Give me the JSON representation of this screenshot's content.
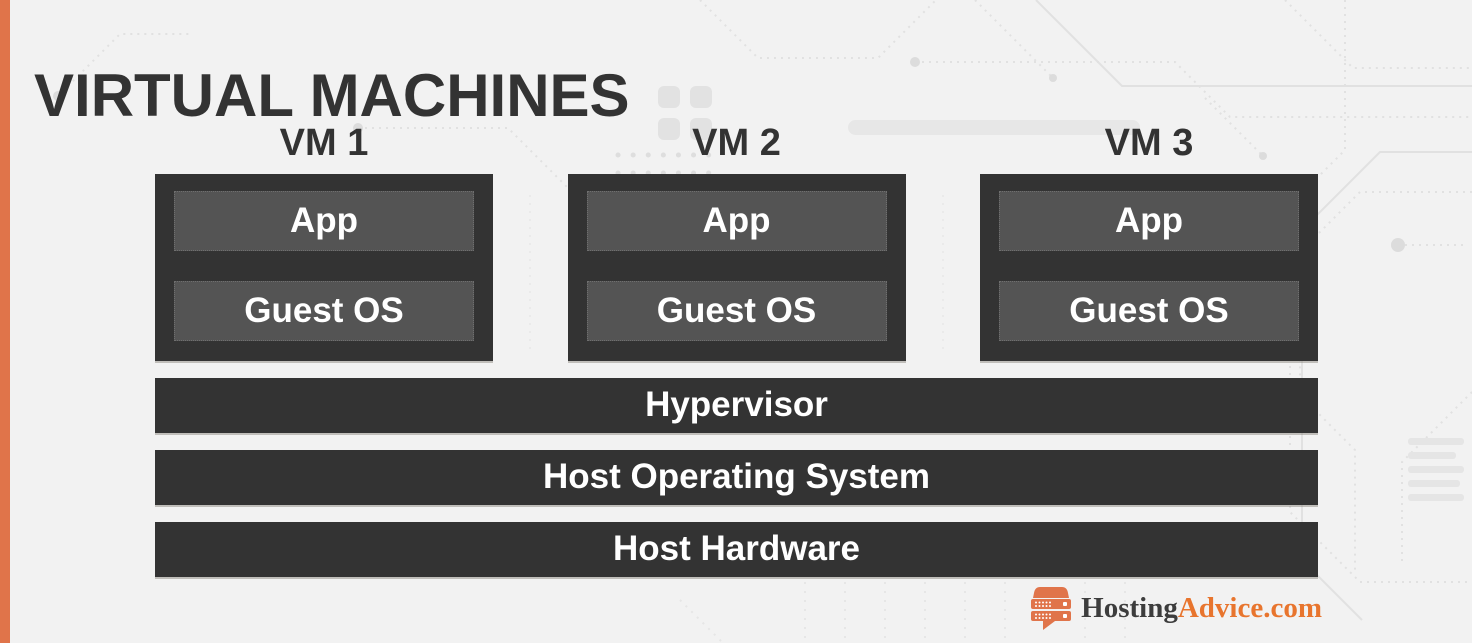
{
  "title": "VIRTUAL MACHINES",
  "vms": [
    {
      "label": "VM 1",
      "app": "App",
      "guest_os": "Guest OS"
    },
    {
      "label": "VM 2",
      "app": "App",
      "guest_os": "Guest OS"
    },
    {
      "label": "VM 3",
      "app": "App",
      "guest_os": "Guest OS"
    }
  ],
  "stack": {
    "hypervisor": "Hypervisor",
    "host_os": "Host Operating System",
    "host_hardware": "Host Hardware"
  },
  "branding": {
    "icon": "server-rack-speech-bubble-icon",
    "name_part1": "Hosting",
    "name_part2": "Advice.com"
  },
  "colors": {
    "accent_orange": "#E0744A",
    "panel_dark": "#333333",
    "panel_mid": "#545454",
    "background": "#F2F2F2",
    "circuit_trace": "#E1E1E1",
    "text_dark": "#333333",
    "text_light": "#FFFFFF",
    "logo_orange": "#E8752E",
    "logo_dark": "#3D3D3D"
  }
}
